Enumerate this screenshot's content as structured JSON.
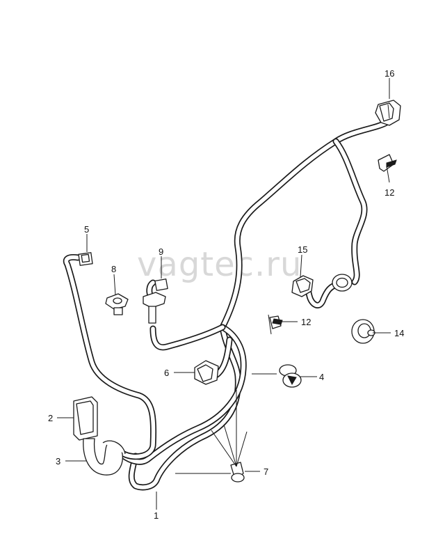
{
  "watermark": "vagtec.ru",
  "callouts": {
    "c1": "1",
    "c2": "2",
    "c3": "3",
    "c4": "4",
    "c5": "5",
    "c6": "6",
    "c7": "7",
    "c8": "8",
    "c9": "9",
    "c12a": "12",
    "c12b": "12",
    "c14": "14",
    "c15": "15",
    "c16": "16"
  }
}
